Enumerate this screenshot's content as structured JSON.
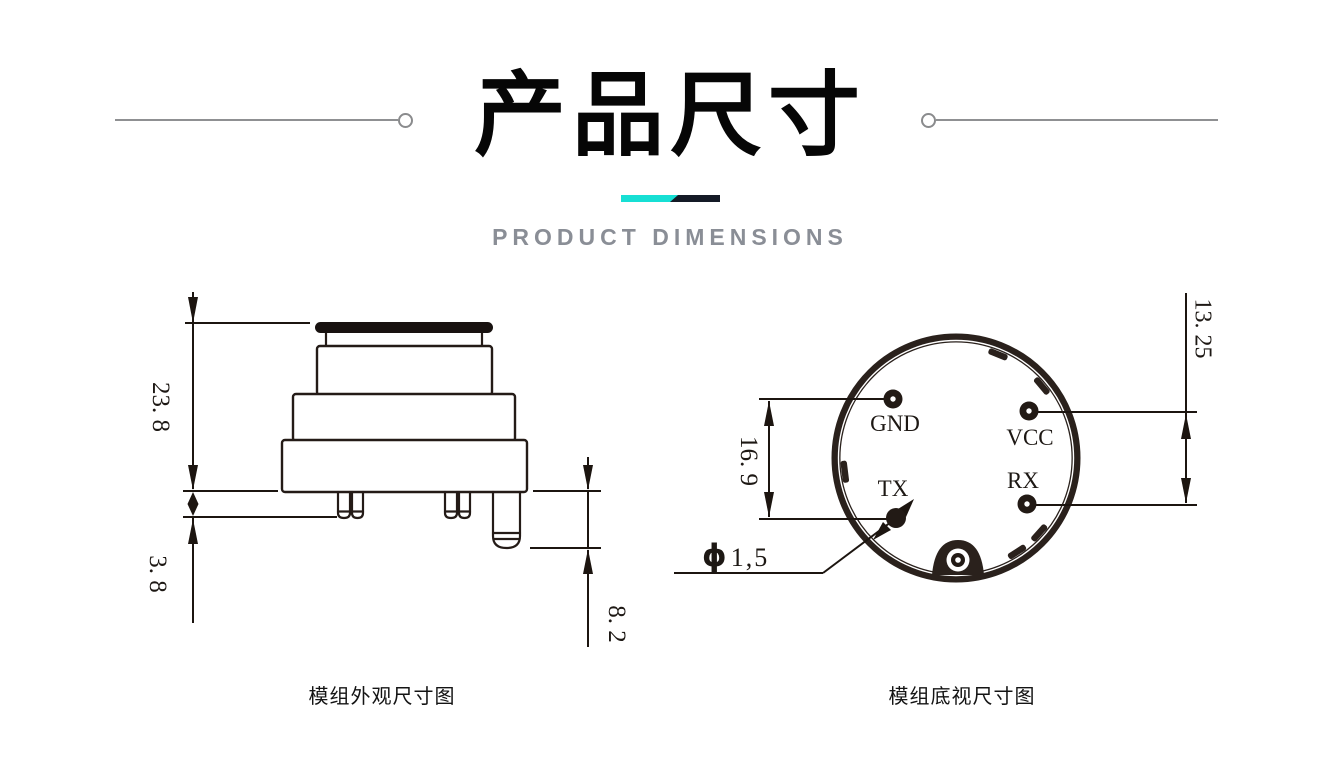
{
  "header": {
    "title": "产品尺寸",
    "subtitle": "PRODUCT DIMENSIONS",
    "accent_cyan": "#17dfd4",
    "accent_dark": "#141a26"
  },
  "side_view": {
    "caption": "模组外观尺寸图",
    "dims": {
      "total_height": "23. 8",
      "short_pin_length": "3. 8",
      "long_pin_length": "8. 2"
    }
  },
  "bottom_view": {
    "caption": "模组底视尺寸图",
    "dims": {
      "vertical_pitch": "16. 9",
      "horizontal_pitch": "13. 25",
      "hole_symbol": "ϕ",
      "hole_value": "1,5"
    },
    "pins": [
      "GND",
      "VCC",
      "TX",
      "RX"
    ]
  }
}
